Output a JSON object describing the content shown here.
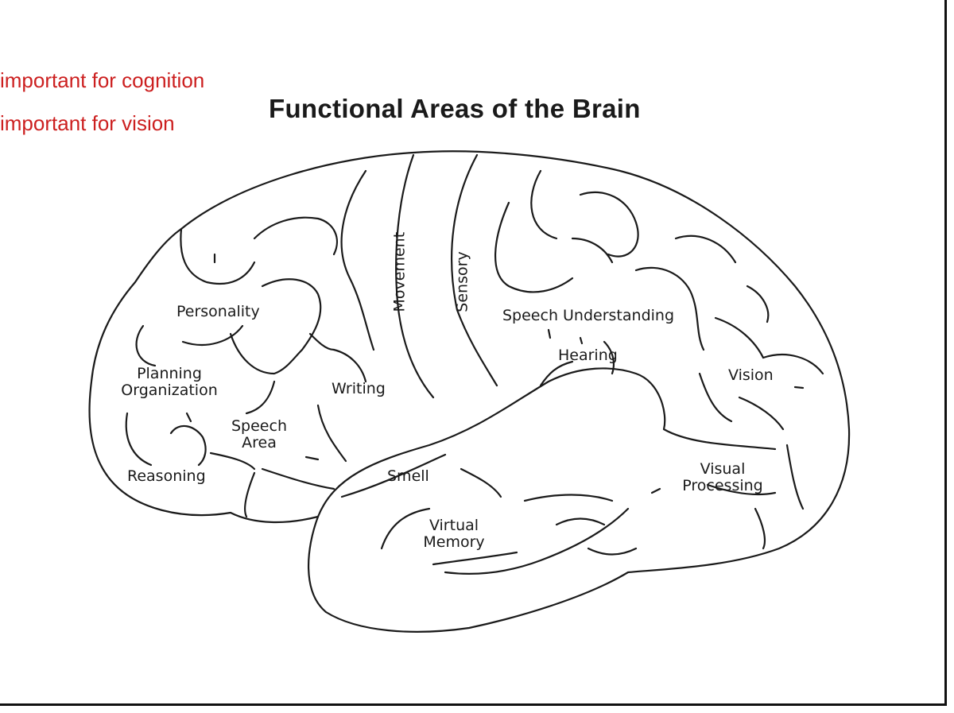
{
  "notes": [
    "important for cognition",
    "important for vision"
  ],
  "title": "Functional Areas of the Brain",
  "regions": {
    "personality": "Personality",
    "planning": "Planning",
    "organization": "Organization",
    "speech_area_1": "Speech",
    "speech_area_2": "Area",
    "reasoning": "Reasoning",
    "writing": "Writing",
    "movement": "Movement",
    "sensory": "Sensory",
    "speech_understanding": "Speech Understanding",
    "hearing": "Hearing",
    "vision": "Vision",
    "smell": "Smell",
    "virtual_1": "Virtual",
    "virtual_2": "Memory",
    "visual_1": "Visual",
    "visual_2": "Processing"
  }
}
